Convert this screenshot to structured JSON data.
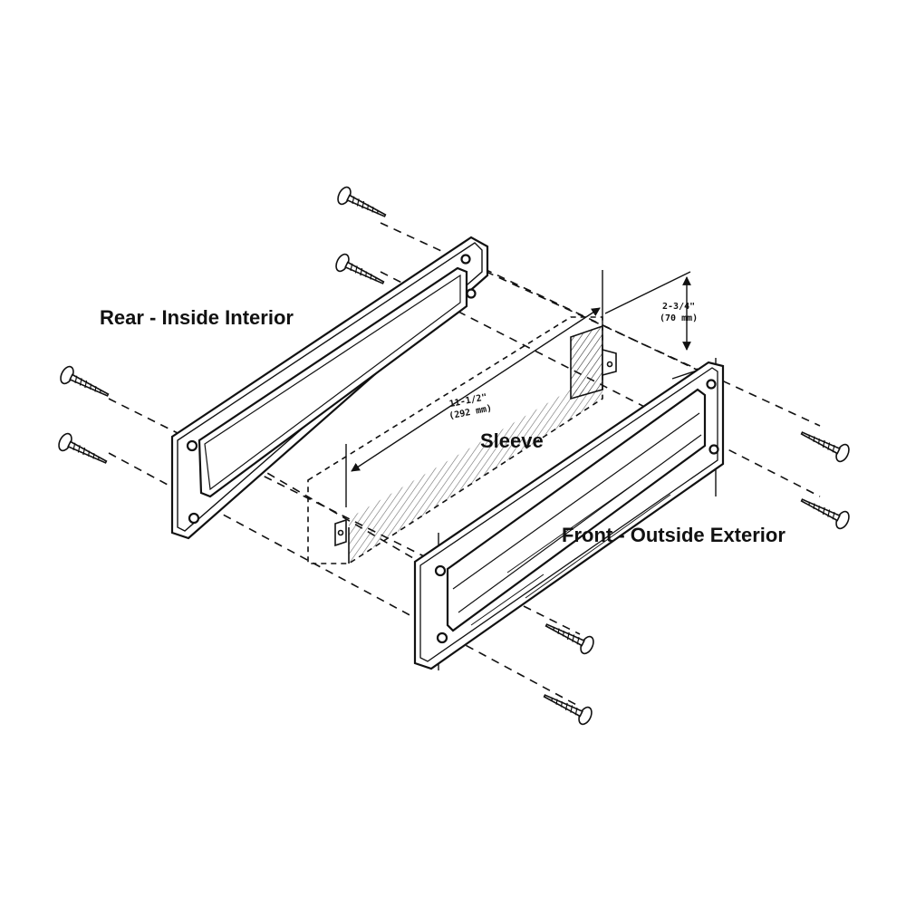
{
  "labels": {
    "rear": "Rear - Inside Interior",
    "sleeve": "Sleeve",
    "front": "Front - Outside Exterior"
  },
  "dimensions": {
    "length_in": "11-1/2\"",
    "length_mm": "(292 mm)",
    "height_in": "2-3/4\"",
    "height_mm": "(70 mm)"
  },
  "icons": [
    "screw-icon",
    "dimension-arrow-icon"
  ],
  "colors": {
    "line": "#111111",
    "background": "#ffffff"
  }
}
